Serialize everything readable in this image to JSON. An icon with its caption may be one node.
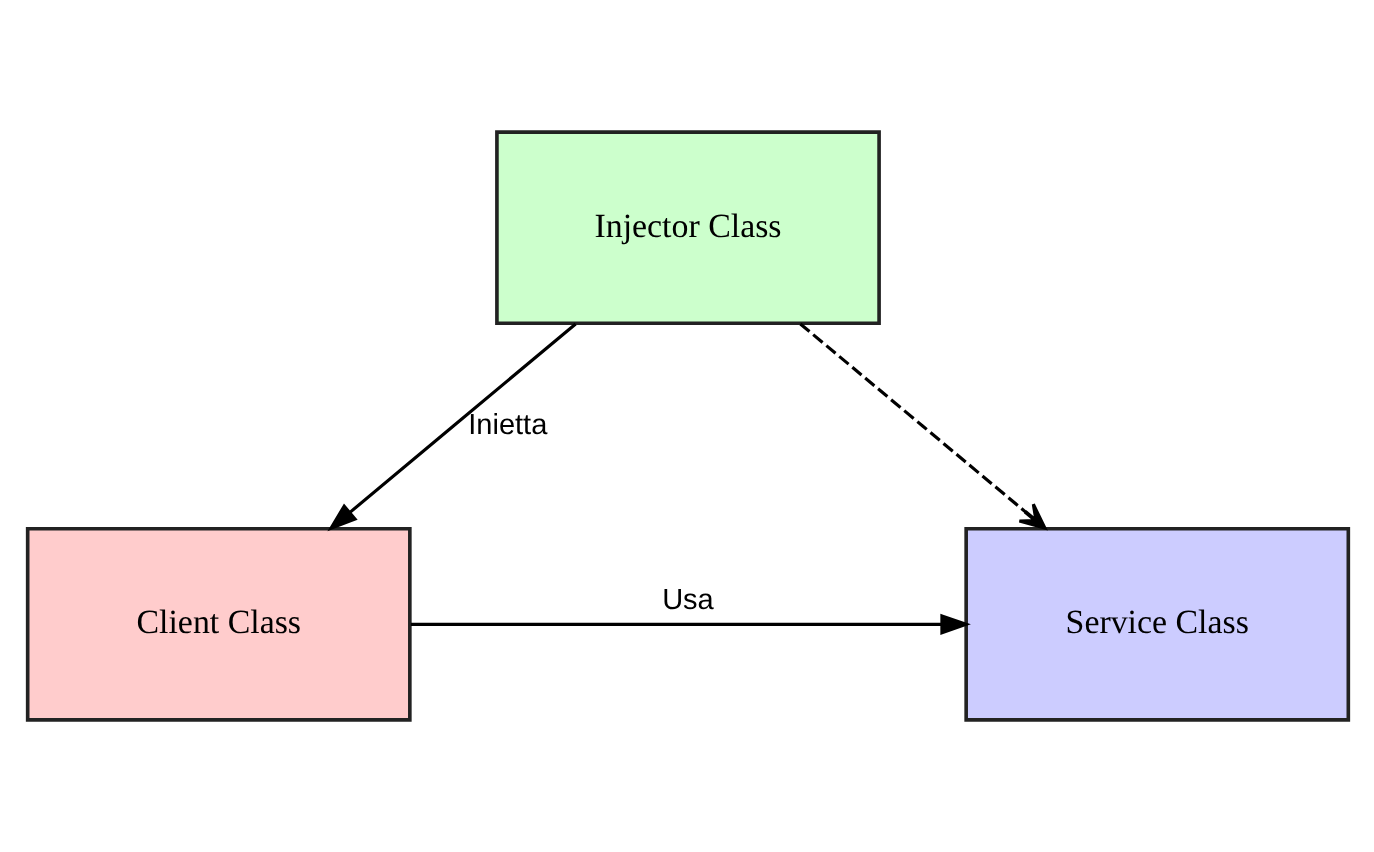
{
  "diagram": {
    "nodes": [
      {
        "text": [
          "Injector Class"
        ]
      },
      {
        "text": [
          "Client Class"
        ]
      },
      {
        "text": [
          "Service Class"
        ]
      }
    ],
    "edges": [
      {
        "from": 0,
        "to": 1,
        "arrow": "to",
        "label": "Inietta"
      },
      {
        "from": 0,
        "to": 2,
        "arrow": "to",
        "style": "dashed"
      },
      {
        "from": 1,
        "to": 2,
        "arrow": "to",
        "label": "Usa"
      }
    ]
  }
}
